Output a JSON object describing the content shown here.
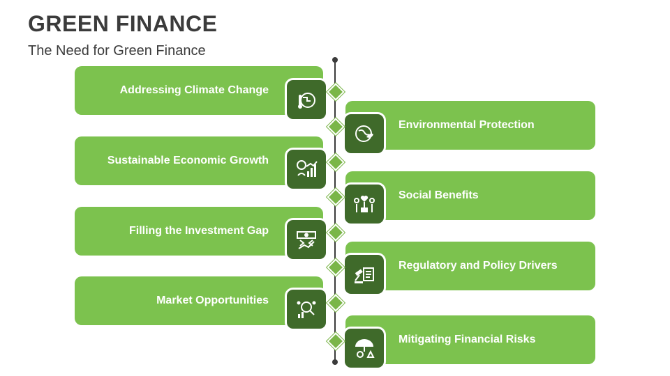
{
  "header": {
    "title": "GREEN FINANCE",
    "subtitle": "The Need for Green Finance"
  },
  "items": [
    {
      "label": "Addressing Climate Change",
      "icon": "climate-icon"
    },
    {
      "label": "Environmental Protection",
      "icon": "globe-leaf-icon"
    },
    {
      "label": "Sustainable Economic Growth",
      "icon": "growth-chart-icon"
    },
    {
      "label": "Social Benefits",
      "icon": "heart-plant-icon"
    },
    {
      "label": "Filling the Investment Gap",
      "icon": "investment-gap-icon"
    },
    {
      "label": "Regulatory and Policy Drivers",
      "icon": "gavel-document-icon"
    },
    {
      "label": "Market Opportunities",
      "icon": "market-magnifier-icon"
    },
    {
      "label": "Mitigating Financial Risks",
      "icon": "umbrella-risk-icon"
    }
  ],
  "colors": {
    "card_green": "#7cc24e",
    "icon_dark_green": "#3f6a2a",
    "timeline": "#3b3b3b",
    "text_dark": "#3b3b3b"
  }
}
